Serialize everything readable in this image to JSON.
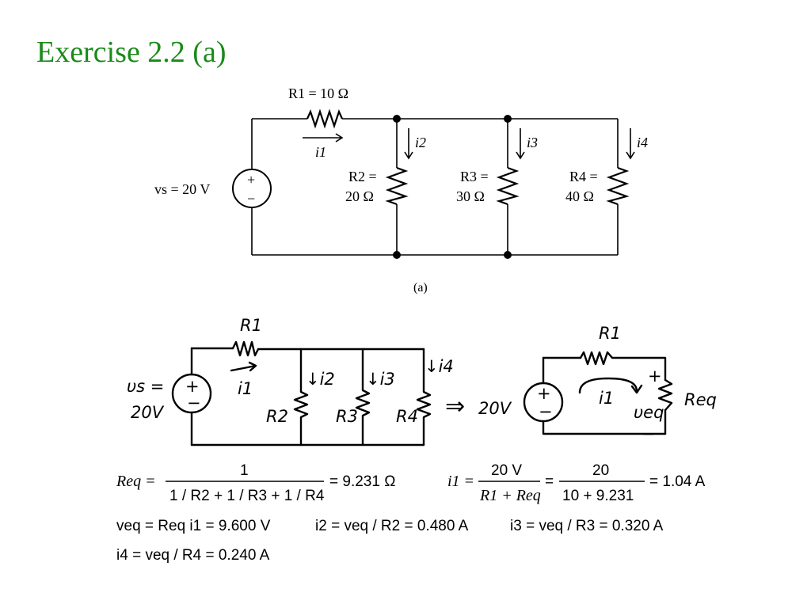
{
  "title": "Exercise 2.2 (a)",
  "figure_a": {
    "r1_label": "R1 = 10 Ω",
    "current_i1": "i1",
    "current_i2": "i2",
    "current_i3": "i3",
    "current_i4": "i4",
    "source_label": "vs = 20 V",
    "source_plus": "+",
    "source_minus": "−",
    "r2_label_line1": "R2 =",
    "r2_label_line2": "20 Ω",
    "r3_label_line1": "R3 =",
    "r3_label_line2": "30 Ω",
    "r4_label_line1": "R4 =",
    "r4_label_line2": "40 Ω",
    "caption": "(a)"
  },
  "sketch": {
    "vs_line1": "υs =",
    "vs_line2": "20V",
    "r1": "R1",
    "i1": "i1",
    "i2": "↓i2",
    "i3": "↓i3",
    "i4": "↓i4",
    "r2": "R2",
    "r3": "R3",
    "r4": "R4",
    "arrow": "⇒",
    "source_value": "20V",
    "plus": "+",
    "minus": "−",
    "eq_r1": "R1",
    "eq_i1": "i1",
    "veq": "υeq",
    "req": "Req"
  },
  "equations": {
    "req_lhs": "Req =",
    "req_num": "1",
    "req_den": "1 / R2 + 1 / R3 + 1 / R4",
    "req_result": "= 9.231 Ω",
    "i1_lhs": "i1 =",
    "i1_num1": "20 V",
    "i1_den1": "R1 + Req",
    "i1_eq": "=",
    "i1_num2": "20",
    "i1_den2": "10 + 9.231",
    "i1_result": "= 1.04 A",
    "line2_a": "veq = Req i1 = 9.600 V",
    "line2_b": "i2 = veq / R2 = 0.480 A",
    "line2_c": "i3 = veq / R3 = 0.320 A",
    "line3": "i4 = veq / R4 = 0.240 A"
  }
}
